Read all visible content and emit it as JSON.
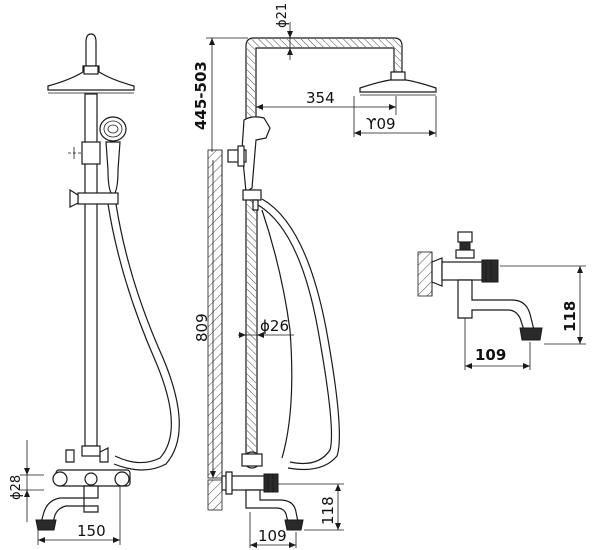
{
  "diagram": {
    "front_view": {
      "spout_width": "150",
      "pipe_diameter": "ϕ28"
    },
    "side_view": {
      "top_pipe_diameter": "ϕ21",
      "arm_length": "354",
      "shower_head_diameter": "ϒ09",
      "height_range": "445-503",
      "riser_height": "809",
      "riser_diameter": "ϕ26",
      "spout_depth": "109",
      "spout_height": "118"
    },
    "detail_view": {
      "spout_height": "118",
      "spout_depth": "109"
    }
  }
}
